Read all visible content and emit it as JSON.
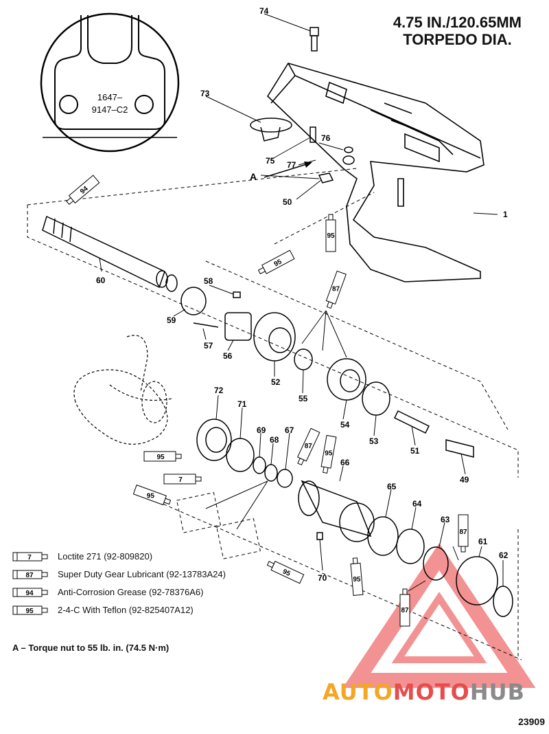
{
  "title": {
    "line1": "4.75 IN./120.65MM",
    "line2": "TORPEDO DIA."
  },
  "inset_label": {
    "line1": "1647–",
    "line2": "9147–C2"
  },
  "callouts": {
    "p74": "74",
    "p73": "73",
    "p76": "76",
    "p75": "75",
    "p77": "77",
    "pA": "A",
    "p50": "50",
    "p1": "1",
    "p60": "60",
    "p58": "58",
    "p59": "59",
    "p57": "57",
    "p56": "56",
    "p52": "52",
    "p55": "55",
    "p54": "54",
    "p53": "53",
    "p51": "51",
    "p49": "49",
    "p72": "72",
    "p71": "71",
    "p69": "69",
    "p68": "68",
    "p67": "67",
    "p66": "66",
    "p65": "65",
    "p64": "64",
    "p63": "63",
    "p61": "61",
    "p62": "62",
    "p70": "70"
  },
  "tube_labels": {
    "t94a": "94",
    "t95a": "95",
    "t95b": "95",
    "t87a": "87",
    "t95c": "95",
    "t7a": "7",
    "t95d": "95",
    "t87b": "87",
    "t95e": "95",
    "t95f": "95",
    "t95g": "95",
    "t87c": "87",
    "t87d": "87"
  },
  "legend": [
    {
      "code": "7",
      "text": "Loctite 271 (92-809820)"
    },
    {
      "code": "87",
      "text": "Super Duty Gear Lubricant (92-13783A24)"
    },
    {
      "code": "94",
      "text": "Anti-Corrosion Grease (92-78376A6)"
    },
    {
      "code": "95",
      "text": "2-4-C With Teflon (92-825407A12)"
    }
  ],
  "note": "A – Torque nut to 55 lb. in. (74.5 N·m)",
  "drawing_number": "23909",
  "watermark": {
    "part1": "AUTO",
    "part2": "MOTO",
    "part3": "HUB",
    "color1": "#f5a623",
    "color2": "#e84c4c",
    "color3": "#8a8a8a"
  }
}
